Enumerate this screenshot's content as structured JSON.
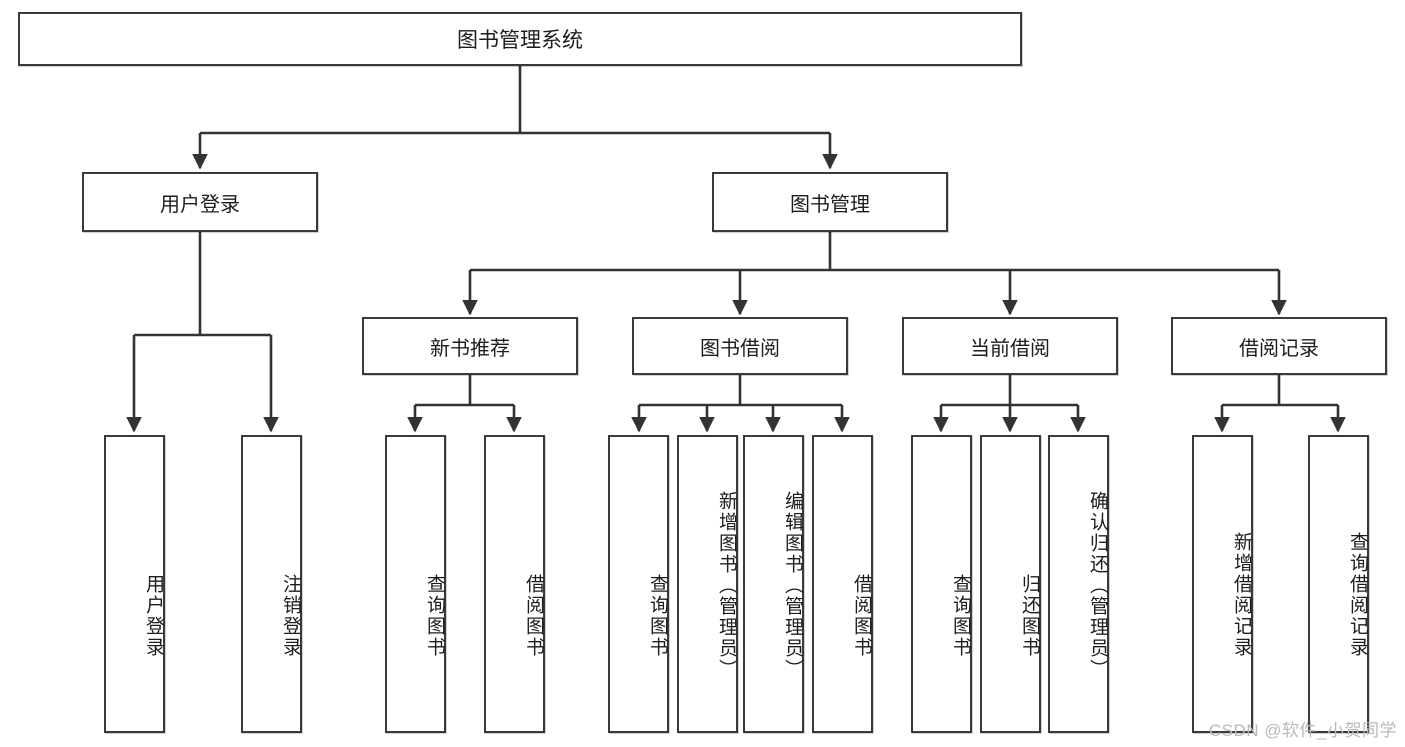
{
  "diagram": {
    "title": "图书管理系统",
    "type": "tree-hierarchy-chart",
    "watermark": "CSDN @软件_小贺同学",
    "colors": {
      "box_border": "#3a3a3a",
      "box_fill": "#ffffff",
      "edge": "#333333",
      "text": "#1d1d1d",
      "watermark": "#b9b9b9",
      "background": "#ffffff"
    },
    "root": {
      "id": "root",
      "label": "图书管理系统"
    },
    "level2": [
      {
        "id": "user-login",
        "label": "用户登录"
      },
      {
        "id": "book-manage",
        "label": "图书管理"
      }
    ],
    "level3": [
      {
        "id": "new-book-recommend",
        "label": "新书推荐",
        "parent": "book-manage"
      },
      {
        "id": "book-borrow",
        "label": "图书借阅",
        "parent": "book-manage"
      },
      {
        "id": "current-borrow",
        "label": "当前借阅",
        "parent": "book-manage"
      },
      {
        "id": "borrow-record",
        "label": "借阅记录",
        "parent": "book-manage"
      }
    ],
    "leaves": [
      {
        "id": "leaf-user-login",
        "label": "用户登录",
        "parent": "user-login"
      },
      {
        "id": "leaf-logout",
        "label": "注销登录",
        "parent": "user-login"
      },
      {
        "id": "leaf-query-book-1",
        "label": "查询图书",
        "parent": "new-book-recommend"
      },
      {
        "id": "leaf-borrow-book-1",
        "label": "借阅图书",
        "parent": "new-book-recommend"
      },
      {
        "id": "leaf-query-book-2",
        "label": "查询图书",
        "parent": "book-borrow"
      },
      {
        "id": "leaf-add-book",
        "label": "新增图书（管理员）",
        "parent": "book-borrow"
      },
      {
        "id": "leaf-edit-book",
        "label": "编辑图书（管理员）",
        "parent": "book-borrow"
      },
      {
        "id": "leaf-borrow-book-2",
        "label": "借阅图书",
        "parent": "book-borrow"
      },
      {
        "id": "leaf-query-book-3",
        "label": "查询图书",
        "parent": "current-borrow"
      },
      {
        "id": "leaf-return-book",
        "label": "归还图书",
        "parent": "current-borrow"
      },
      {
        "id": "leaf-confirm-return",
        "label": "确认归还（管理员）",
        "parent": "current-borrow"
      },
      {
        "id": "leaf-add-record",
        "label": "新增借阅记录",
        "parent": "borrow-record"
      },
      {
        "id": "leaf-query-record",
        "label": "查询借阅记录",
        "parent": "borrow-record"
      }
    ]
  }
}
